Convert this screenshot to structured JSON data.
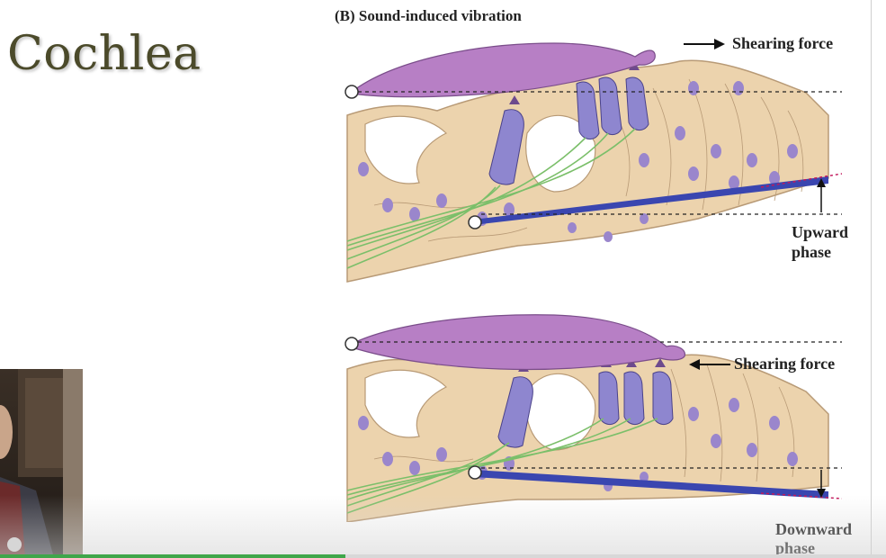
{
  "slide": {
    "title": "Cochlea"
  },
  "figure": {
    "label": "(B) Sound-induced vibration",
    "top_panel": {
      "shear_label": "Shearing force",
      "phase_label_line1": "Upward",
      "phase_label_line2": "phase",
      "arrow_direction": "right"
    },
    "bottom_panel": {
      "shear_label": "Shearing force",
      "phase_label_line1": "Downward",
      "phase_label_line2": "phase",
      "arrow_direction": "left"
    }
  },
  "video": {
    "progress_fraction": 0.39,
    "progress_color": "#3fa64a"
  },
  "colors": {
    "tissue": "#ecd3ad",
    "tectorial_membrane": "#b77fc5",
    "hair_cell": "#8e86cf",
    "nucleus": "#9a86cc",
    "basilar_membrane": "#3a46b0",
    "nerve_fibers": "#7bbf6a",
    "reference_line_red": "#c2185b"
  }
}
